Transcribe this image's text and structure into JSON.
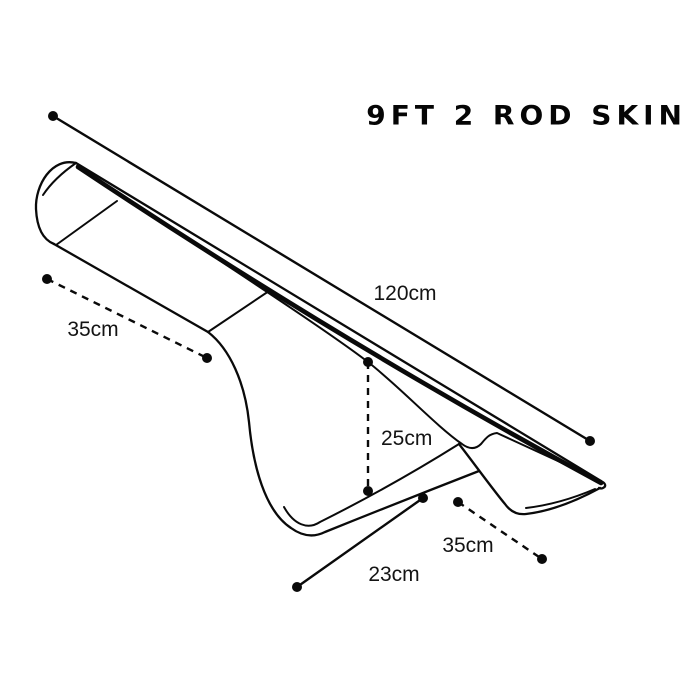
{
  "title": "9FT 2 ROD SKIN",
  "colors": {
    "ink": "#0a0a0a",
    "background": "#ffffff"
  },
  "diagram": {
    "measurements": [
      {
        "id": "overall-length",
        "label": "120cm",
        "line_style": "solid"
      },
      {
        "id": "upper-section-length",
        "label": "35cm",
        "line_style": "dashed"
      },
      {
        "id": "pouch-drop",
        "label": "25cm",
        "line_style": "dashed"
      },
      {
        "id": "flap-width",
        "label": "35cm",
        "line_style": "dashed"
      },
      {
        "id": "base-section-length",
        "label": "23cm",
        "line_style": "solid"
      }
    ]
  }
}
